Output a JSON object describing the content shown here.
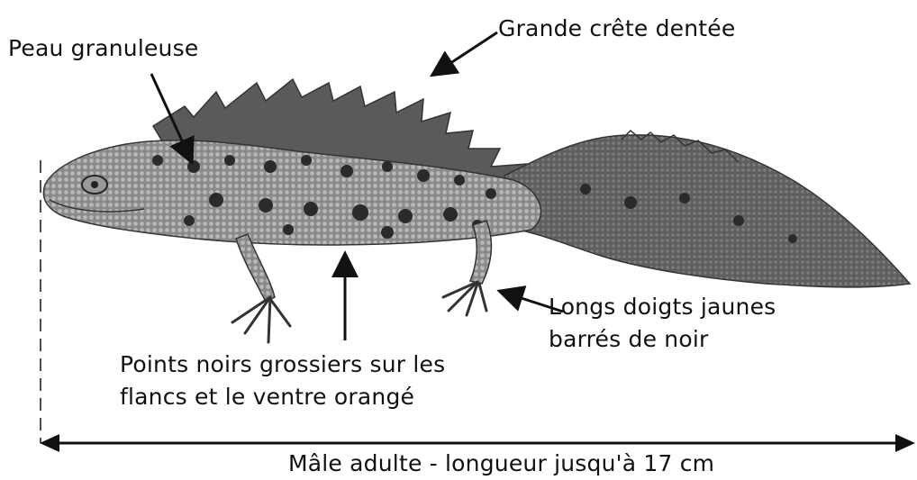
{
  "labels": {
    "skin": "Peau granuleuse",
    "crest": "Grande crête dentée",
    "spots_line1": "Points noirs grossiers sur les",
    "spots_line2": "flancs et le ventre orangé",
    "toes_line1": "Longs doigts jaunes",
    "toes_line2": "barrés de noir",
    "length": "Mâle adulte - longueur jusqu'à 17 cm"
  },
  "colors": {
    "ink": "#111111",
    "body_fill": "#6e6e6e",
    "body_light": "#a9a9a9",
    "spot": "#2a2a2a"
  },
  "illustration": "crested-newt-engraving"
}
